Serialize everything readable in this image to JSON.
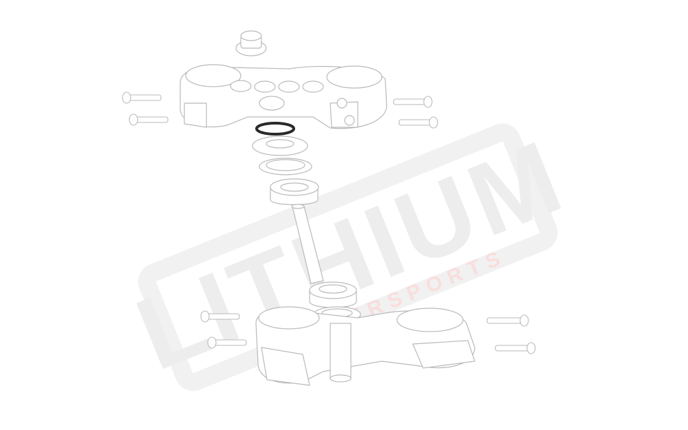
{
  "watermark": {
    "brand": "LITHIUM",
    "tagline": "POWERSPORTS",
    "accent_color": "#e36b6b",
    "frame_color": "#f1f1f1"
  },
  "figure": {
    "type": "exploded-view-drawing",
    "line_color": "#b9b9b9",
    "highlight_color": "#2a2a2a"
  }
}
